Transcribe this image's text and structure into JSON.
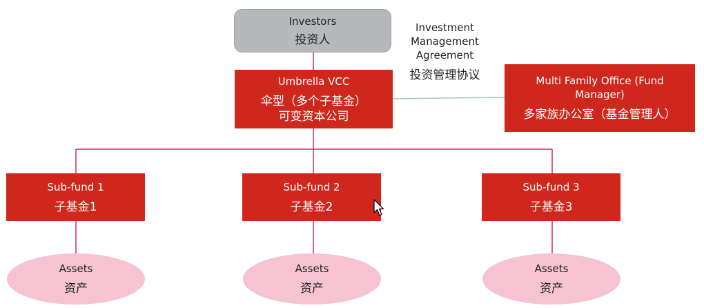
{
  "investors": {
    "en": "Investors",
    "cn": "投资人"
  },
  "umbrella": {
    "en": "Umbrella VCC",
    "cn1": "伞型（多个子基金）",
    "cn2": "可变资本公司"
  },
  "agreement": {
    "en1": "Investment",
    "en2": "Management",
    "en3": "Agreement",
    "cn": "投资管理协议"
  },
  "mfo": {
    "en1": "Multi Family Office (Fund",
    "en2": "Manager)",
    "cn": "多家族办公室（基金管理人）"
  },
  "subfunds": [
    {
      "en": "Sub-fund 1",
      "cn": "子基金1"
    },
    {
      "en": "Sub-fund 2",
      "cn": "子基金2"
    },
    {
      "en": "Sub-fund 3",
      "cn": "子基金3"
    }
  ],
  "assets": [
    {
      "en": "Assets",
      "cn": "资产"
    },
    {
      "en": "Assets",
      "cn": "资产"
    },
    {
      "en": "Assets",
      "cn": "资产"
    }
  ],
  "colors": {
    "box_red": "#d0271d",
    "investor_gray": "#b7b8bb",
    "asset_pink": "#f6c3d2",
    "connector_red": "#c9334f",
    "connector_teal": "#a6c7c7"
  }
}
